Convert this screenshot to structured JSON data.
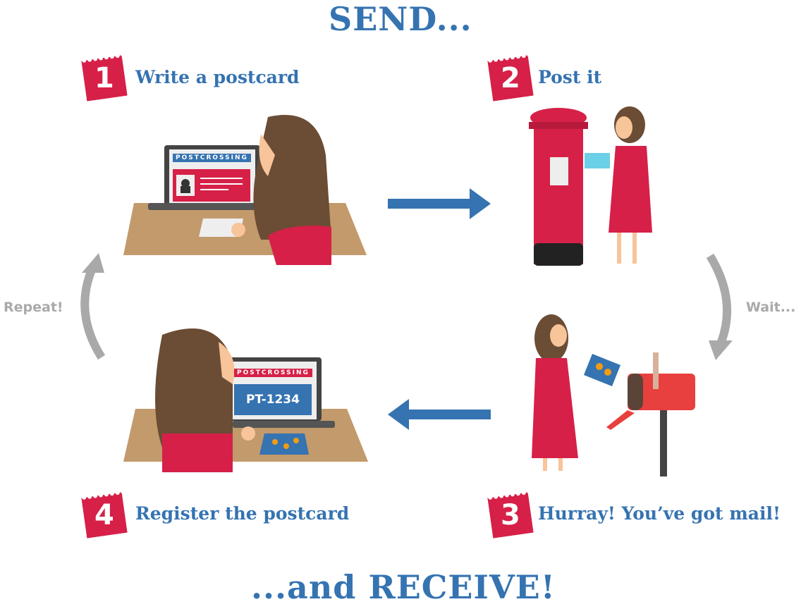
{
  "header": {
    "title": "SEND..."
  },
  "footer": {
    "title": "...and RECEIVE!"
  },
  "steps": [
    {
      "number": "1",
      "label": "Write a postcard"
    },
    {
      "number": "2",
      "label": "Post it"
    },
    {
      "number": "3",
      "label": "Hurray! You’ve got mail!"
    },
    {
      "number": "4",
      "label": "Register the postcard"
    }
  ],
  "side_labels": {
    "wait": "Wait...",
    "repeat": "Repeat!"
  },
  "screens": {
    "logo": "POSTCROSSING",
    "postcard_id": "PT-1234"
  },
  "colors": {
    "blue": "#3573b1",
    "red": "#d62048",
    "hair": "#6b4c34",
    "desk": "#c29a6b",
    "skin": "#f8c49a",
    "gray": "#a9a9a9"
  }
}
